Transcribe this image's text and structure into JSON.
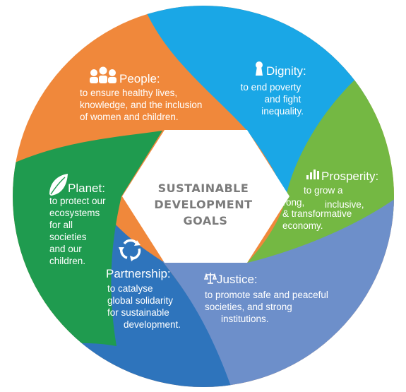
{
  "center": {
    "lines": [
      "SUSTAINABLE",
      "DEVELOPMENT",
      "GOALS"
    ]
  },
  "segments": {
    "people": {
      "title": "People:",
      "icon": "people-icon",
      "color": "#f0883b",
      "lines": [
        "to ensure healthy lives,",
        "knowledge, and the inclusion",
        "of women and children."
      ]
    },
    "dignity": {
      "title": "Dignity:",
      "icon": "keyhole-icon",
      "color": "#1aa7e6",
      "lines": [
        "to end poverty",
        "and fight",
        "inequality."
      ]
    },
    "prosperity": {
      "title": "Prosperity:",
      "icon": "bar-chart-icon",
      "color": "#74b843",
      "lines": [
        "to grow a",
        "strong,",
        "inclusive,",
        "& transformative",
        "economy."
      ]
    },
    "justice": {
      "title": "Justice:",
      "icon": "scales-icon",
      "color": "#6d8fca",
      "lines": [
        "to promote safe and peaceful",
        "societies, and strong",
        "institutions."
      ]
    },
    "partnership": {
      "title": "Partnership:",
      "icon": "cycle-arrows-icon",
      "color": "#2e74bc",
      "lines": [
        "to catalyse",
        "global solidarity",
        "for sustainable",
        "development."
      ]
    },
    "planet": {
      "title": "Planet:",
      "icon": "leaf-icon",
      "color": "#1f9b4f",
      "lines": [
        "to protect our",
        "ecosystems",
        "for all",
        "societies",
        "and our",
        "children."
      ]
    }
  }
}
